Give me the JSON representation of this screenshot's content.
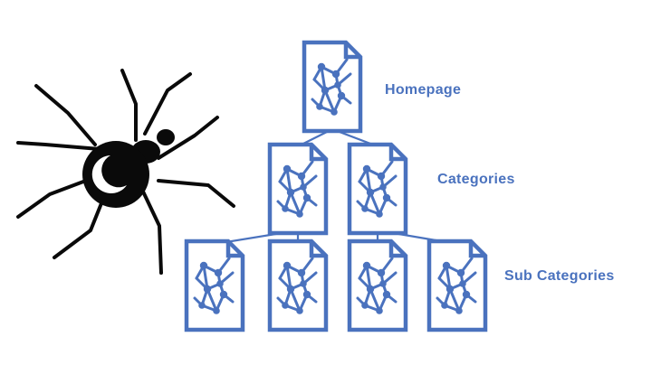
{
  "colors": {
    "accent": "#4a72be",
    "spider": "#0a0a0a",
    "background": "#ffffff"
  },
  "icons": {
    "crawler": "spider-icon",
    "page": "document-icon"
  },
  "levels": [
    {
      "label": "Homepage",
      "page_count": 1
    },
    {
      "label": "Categories",
      "page_count": 2
    },
    {
      "label": "Sub Categories",
      "page_count": 4
    }
  ]
}
